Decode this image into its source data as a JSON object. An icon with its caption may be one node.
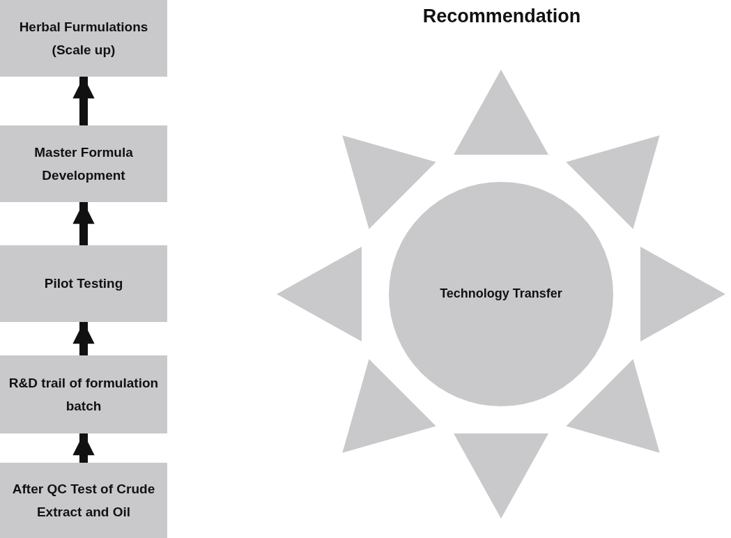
{
  "diagram": {
    "title": "Recommendation",
    "nodes": [
      {
        "text": [
          "Herbal Furmulations (Scale up)"
        ]
      },
      {
        "text": [
          "Master Formula Development"
        ]
      },
      {
        "text": [
          "Pilot Testing"
        ]
      },
      {
        "text": [
          "R&D trail of formulation batch"
        ]
      },
      {
        "text": [
          "After QC Test of Crude Extract and Oil"
        ]
      },
      {
        "text": [
          "Technology Transfer"
        ]
      }
    ],
    "edges": [
      {
        "from": 4,
        "to": 3,
        "arrow": "to"
      },
      {
        "from": 3,
        "to": 2,
        "arrow": "to"
      },
      {
        "from": 2,
        "to": 1,
        "arrow": "to"
      },
      {
        "from": 1,
        "to": 0,
        "arrow": "to"
      }
    ]
  }
}
